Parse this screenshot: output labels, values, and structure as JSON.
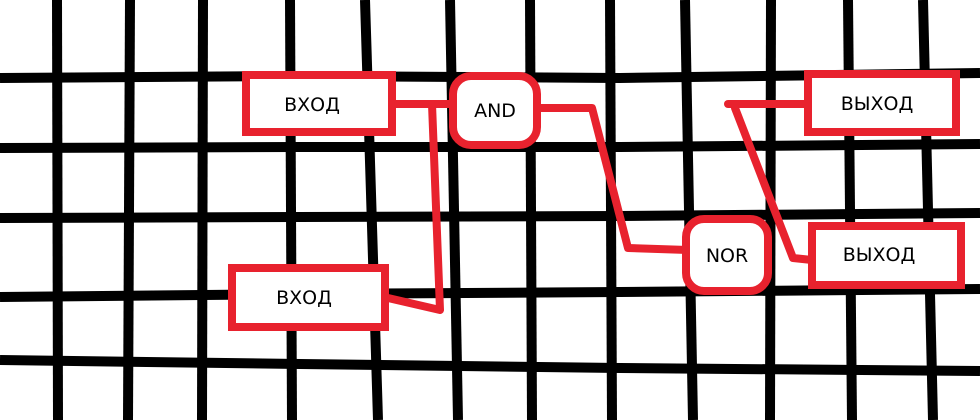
{
  "colors": {
    "grid": "#000000",
    "accent": "#e8222e",
    "background": "#ffffff",
    "text": "#000000"
  },
  "nodes": {
    "input_top": "ВХОД",
    "input_bottom": "ВХОД",
    "gate_and": "AND",
    "gate_nor": "NOR",
    "output_top": "ВЫХОД",
    "output_bottom": "ВЫХОД"
  }
}
